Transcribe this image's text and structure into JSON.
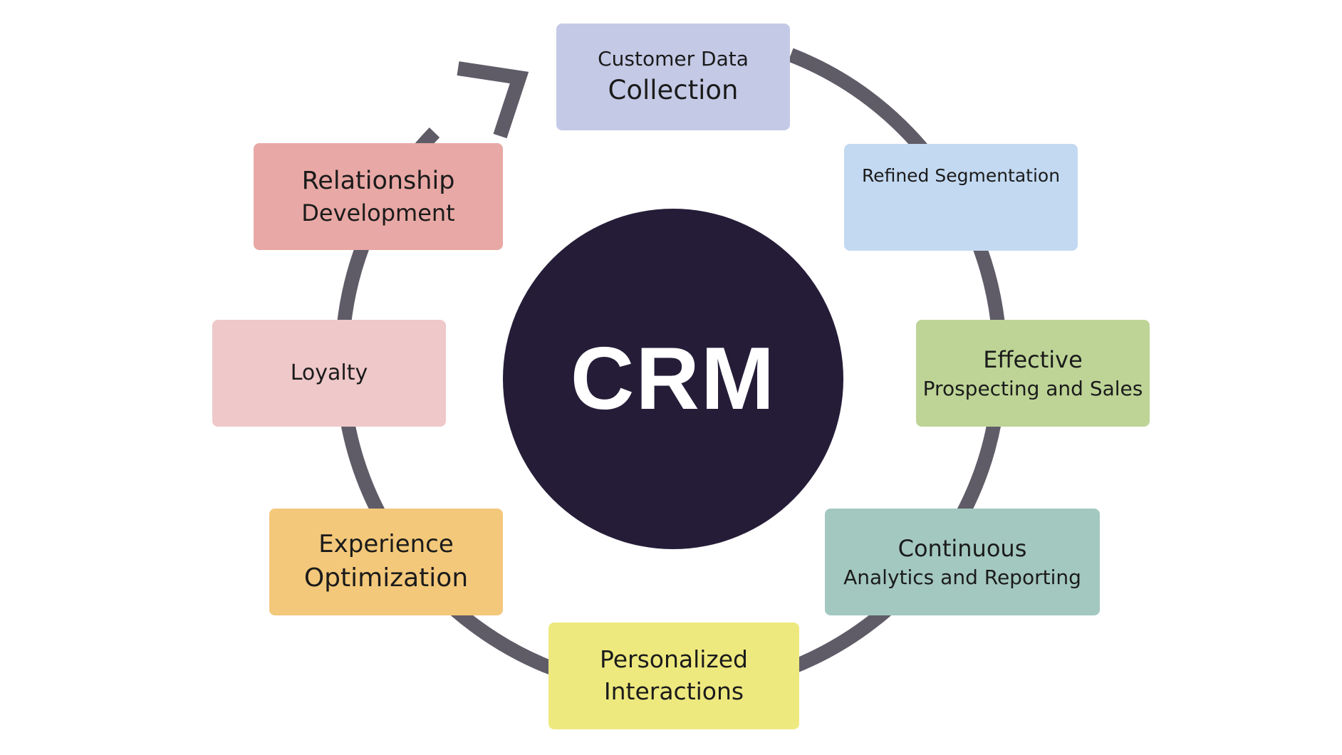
{
  "colors": {
    "ring": "#5f5c68",
    "hub": "#251d38",
    "hub_text": "#ffffff"
  },
  "hub": {
    "label": "CRM"
  },
  "stages": [
    {
      "id": "customer-data-collection",
      "lines": [
        "Customer Data",
        "Collection"
      ],
      "color": "#c4cae6"
    },
    {
      "id": "refined-segmentation",
      "lines": [
        "Refined Segmentation"
      ],
      "color": "#c3d9f1"
    },
    {
      "id": "effective-prospecting-and-sales",
      "lines": [
        "Effective",
        "Prospecting and Sales"
      ],
      "color": "#bdd496"
    },
    {
      "id": "continuous-analytics-and-reporting",
      "lines": [
        "Continuous",
        "Analytics and Reporting"
      ],
      "color": "#a3c8bf"
    },
    {
      "id": "personalized-interactions",
      "lines": [
        "Personalized",
        "Interactions"
      ],
      "color": "#eee97f"
    },
    {
      "id": "experience-optimization",
      "lines": [
        "Experience",
        "Optimization"
      ],
      "color": "#f3c87a"
    },
    {
      "id": "loyalty",
      "lines": [
        "Loyalty"
      ],
      "color": "#efc8c9"
    },
    {
      "id": "relationship-development",
      "lines": [
        "Relationship",
        "Development"
      ],
      "color": "#e8a8a5"
    }
  ]
}
